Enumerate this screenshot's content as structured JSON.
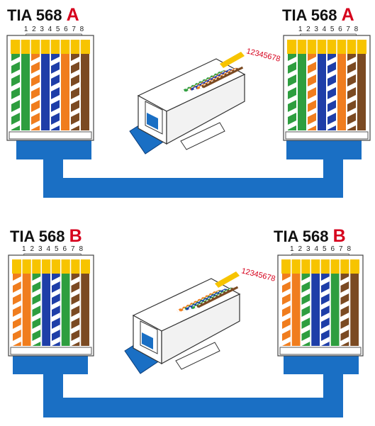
{
  "pin_numbers": [
    "1",
    "2",
    "3",
    "4",
    "5",
    "6",
    "7",
    "8"
  ],
  "plug_pin_label": "12345678",
  "colors": {
    "orange": "#f07d1e",
    "green": "#2e9e3f",
    "blue": "#1e3ea8",
    "brown": "#7b4a22",
    "white": "#ffffff",
    "gold_contact": "#f7c400",
    "jacket_blue": "#1a6fc4",
    "plug_outline": "#333333",
    "accent_red": "#d6001c"
  },
  "panels": [
    {
      "id": "568a",
      "left_title_prefix": "TIA 568",
      "left_title_letter": "A",
      "right_title_prefix": "TIA 568",
      "right_title_letter": "A",
      "left_wires": [
        "green-white",
        "green",
        "orange-white",
        "blue",
        "blue-white",
        "orange",
        "brown-white",
        "brown"
      ],
      "right_wires": [
        "green-white",
        "green",
        "orange-white",
        "blue",
        "blue-white",
        "orange",
        "brown-white",
        "brown"
      ]
    },
    {
      "id": "568b",
      "left_title_prefix": "TIA 568",
      "left_title_letter": "B",
      "right_title_prefix": "TIA 568",
      "right_title_letter": "B",
      "left_wires": [
        "orange-white",
        "orange",
        "green-white",
        "blue",
        "blue-white",
        "green",
        "brown-white",
        "brown"
      ],
      "right_wires": [
        "orange-white",
        "orange",
        "green-white",
        "blue",
        "blue-white",
        "green",
        "brown-white",
        "brown"
      ]
    }
  ]
}
